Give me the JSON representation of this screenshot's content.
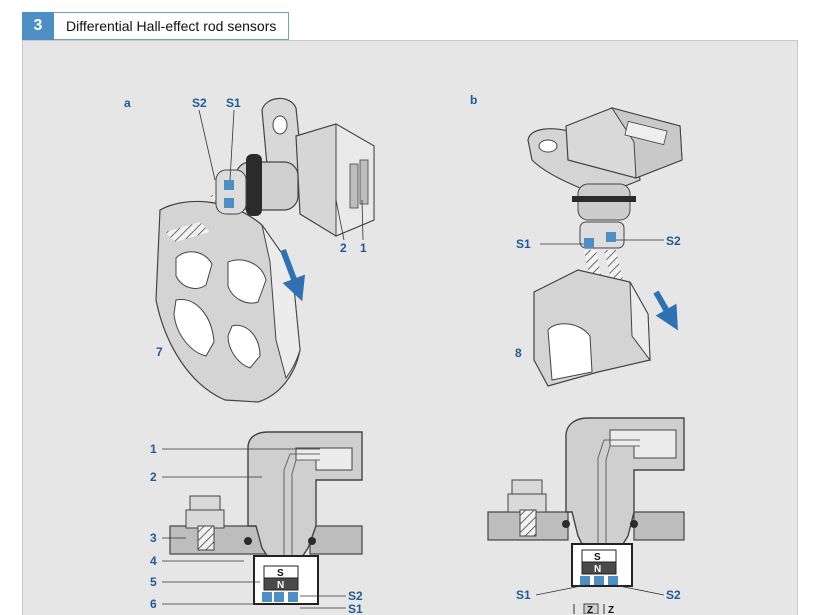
{
  "figure": {
    "number": "3",
    "title": "Differential Hall-effect rod sensors"
  },
  "view_a": {
    "panel_letter": "a",
    "sensor_labels": [
      "S2",
      "S1"
    ],
    "part_labels": {
      "connector_pin": "1",
      "housing": "2",
      "trigger_wheel": "7"
    }
  },
  "view_b": {
    "panel_letter": "b",
    "sensor_labels": [
      "S1",
      "S2"
    ],
    "part_labels": {
      "trigger_wheel": "8"
    }
  },
  "section_left": {
    "callouts": [
      "1",
      "2",
      "3",
      "4",
      "5",
      "6"
    ],
    "magnet_south": "S",
    "magnet_north": "N",
    "sensor_right": [
      "S2",
      "S1"
    ]
  },
  "section_right": {
    "magnet_south": "S",
    "magnet_north": "N",
    "sensor_left": "S1",
    "sensor_right": "S2",
    "z_label": "Z",
    "z_label_2": "Z"
  },
  "colors": {
    "accent_blue": "#4d8fc4",
    "label_blue": "#1f5a96",
    "panel_bg": "#e6e6e6"
  }
}
